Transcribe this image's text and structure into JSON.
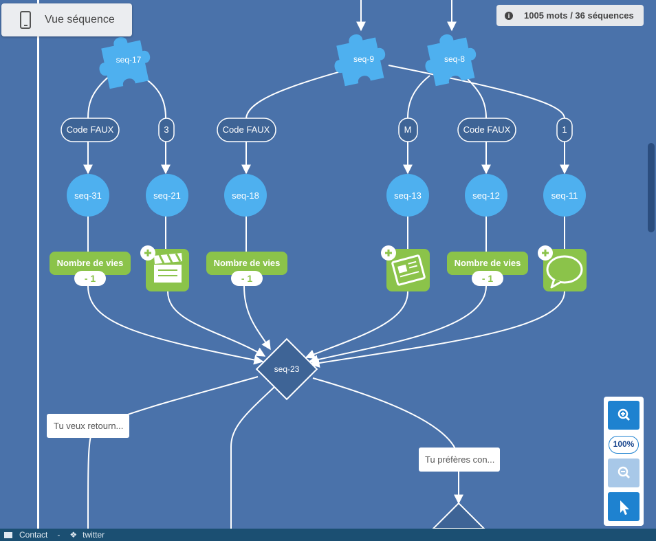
{
  "topbar": {
    "view_label": "Vue séquence",
    "stats": "1005 mots / 36 séquences"
  },
  "zoom": {
    "level": "100%"
  },
  "footer": {
    "contact": "Contact",
    "separator": "-",
    "twitter": "twitter"
  },
  "nodes": {
    "puzzles": [
      "seq-17",
      "seq-9",
      "seq-8"
    ],
    "circles": [
      "seq-31",
      "seq-21",
      "seq-18",
      "seq-13",
      "seq-12",
      "seq-11"
    ],
    "diamond": "seq-23"
  },
  "conditions": [
    "Code FAUX",
    "3",
    "Code FAUX",
    "M",
    "Code FAUX",
    "1"
  ],
  "vies": {
    "label": "Nombre de vies",
    "value": "- 1"
  },
  "choices": [
    "Tu veux retourn...",
    "Tu préfères con..."
  ],
  "colors": {
    "background": "#4a72aa",
    "circle": "#4eb0ef",
    "green": "#8bc34a",
    "diamond": "#3e6496",
    "zoom_button": "#1e82d0"
  },
  "icons": [
    "clapperboard-icon",
    "newspaper-icon",
    "speech-bubble-icon"
  ]
}
